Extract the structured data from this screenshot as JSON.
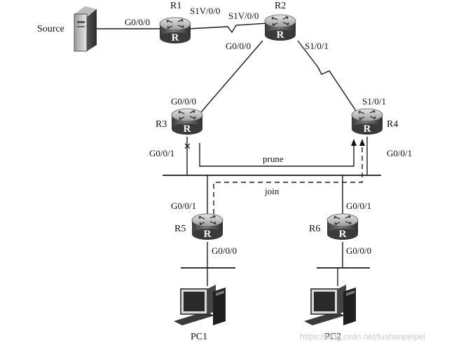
{
  "source": {
    "label": "Source"
  },
  "routers": {
    "r1": {
      "name": "R1",
      "glyph": "R"
    },
    "r2": {
      "name": "R2",
      "glyph": "R"
    },
    "r3": {
      "name": "R3",
      "glyph": "R"
    },
    "r4": {
      "name": "R4",
      "glyph": "R"
    },
    "r5": {
      "name": "R5",
      "glyph": "R"
    },
    "r6": {
      "name": "R6",
      "glyph": "R"
    }
  },
  "pcs": {
    "pc1": {
      "name": "PC1"
    },
    "pc2": {
      "name": "PC2"
    }
  },
  "interfaces": {
    "r1_g": "G0/0/0",
    "r1_s": "S1V/0/0",
    "r2_s_left": "S1V/0/0",
    "r2_g": "G0/0/0",
    "r2_s_right": "S1/0/1",
    "r3_g_top": "G0/0/0",
    "r3_g_bottom": "G0/0/1",
    "r4_s_top": "S1/0/1",
    "r4_g_bottom": "G0/0/1",
    "r5_g_top": "G0/0/1",
    "r5_g_bottom": "G0/0/0",
    "r6_g_top": "G0/0/1",
    "r6_g_bottom": "G0/0/0"
  },
  "messages": {
    "prune": "prune",
    "join": "join",
    "prune_marker": "✕"
  },
  "watermark": "https://blog.csdn.net/tushanpeipei"
}
